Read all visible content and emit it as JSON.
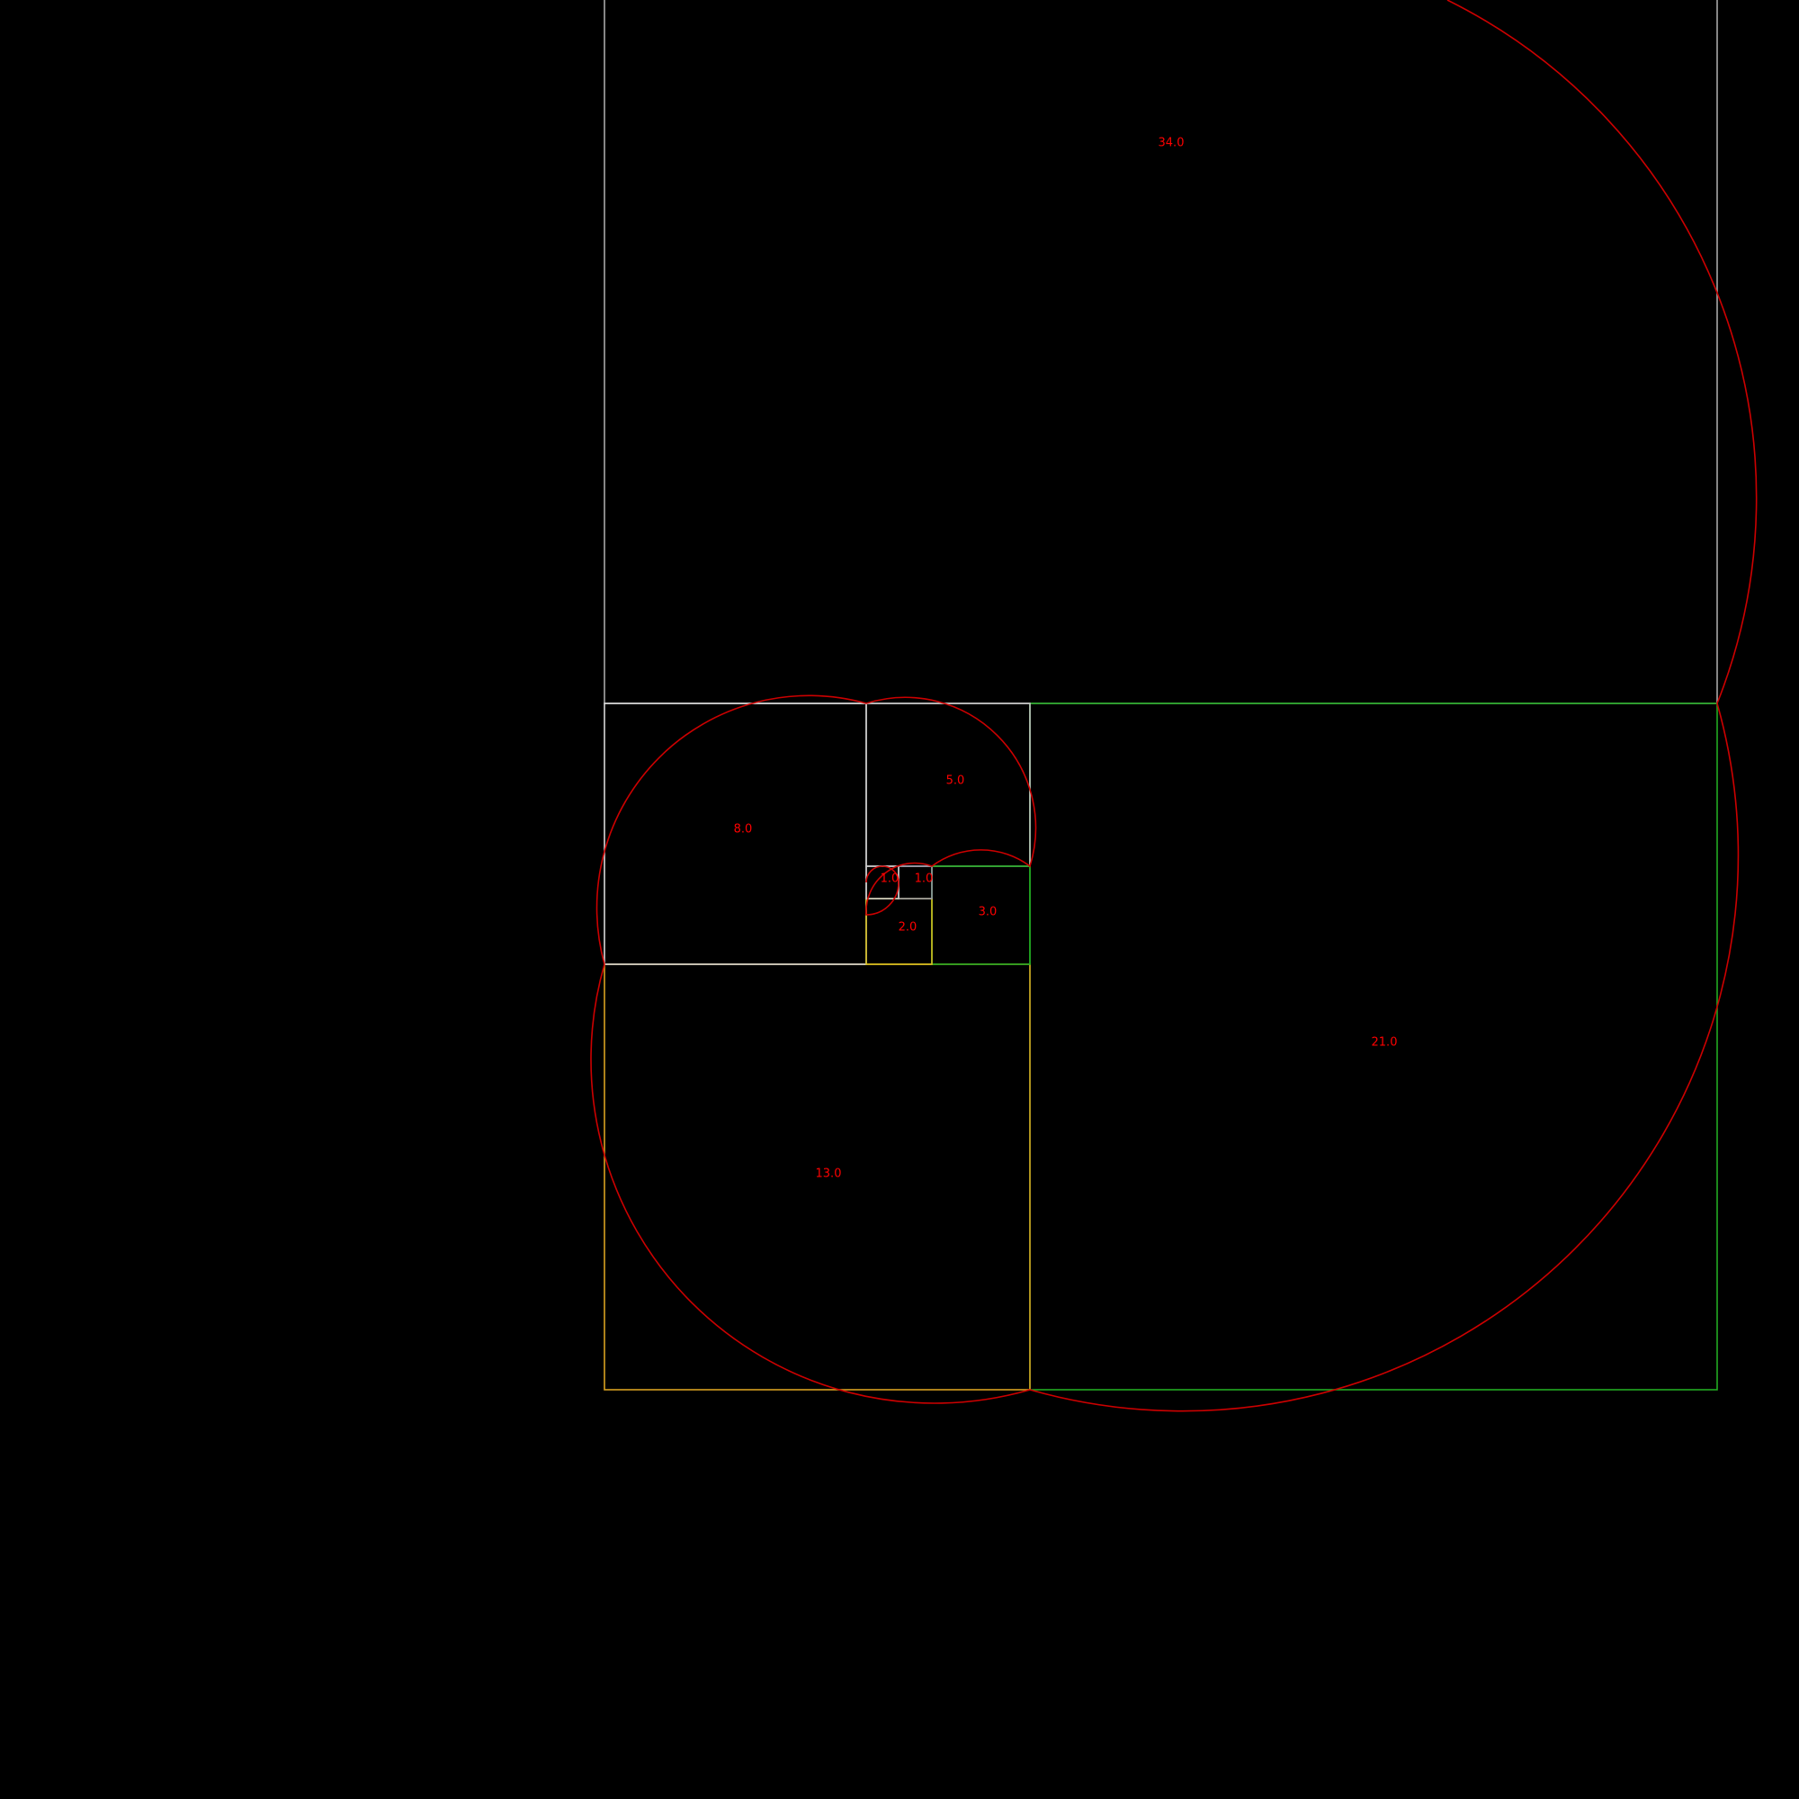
{
  "diagram": {
    "background": "#000000",
    "spiral_color": "#cc0000",
    "label_color": "#ff0000",
    "squares": [
      {
        "id": "sq-1a",
        "label": "1.0",
        "color": "#c8c8c8"
      },
      {
        "id": "sq-1b",
        "label": "1.0",
        "color": "#9a9aa8"
      },
      {
        "id": "sq-2",
        "label": "2.0",
        "color": "#d8c020"
      },
      {
        "id": "sq-3",
        "label": "3.0",
        "color": "#22aa22"
      },
      {
        "id": "sq-5",
        "label": "5.0",
        "color": "#c8c8c8"
      },
      {
        "id": "sq-8",
        "label": "8.0",
        "color": "#d8d8d8"
      },
      {
        "id": "sq-13",
        "label": "13.0",
        "color": "#d8a020"
      },
      {
        "id": "sq-21",
        "label": "21.0",
        "color": "#22aa22"
      },
      {
        "id": "sq-34",
        "label": "34.0",
        "color": "#a8a8a8"
      }
    ]
  }
}
